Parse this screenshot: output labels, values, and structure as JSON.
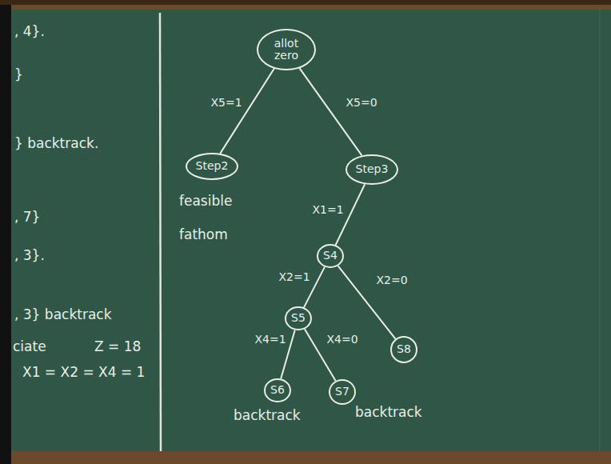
{
  "diagram": {
    "nodes": [
      {
        "text": [
          "allot zero"
        ]
      },
      {
        "text": [
          "Step2"
        ]
      },
      {
        "text": [
          "Step3"
        ]
      },
      {
        "text": [
          "S4"
        ]
      },
      {
        "text": [
          "S5"
        ]
      },
      {
        "text": [
          "S8"
        ]
      },
      {
        "text": [
          "S6"
        ]
      },
      {
        "text": [
          "S7"
        ]
      }
    ],
    "edges": [
      {
        "from": 0,
        "to": 1,
        "label": "X5=1",
        "arrow": "none"
      },
      {
        "from": 0,
        "to": 2,
        "label": "X5=0",
        "arrow": "none"
      },
      {
        "from": 2,
        "to": 3,
        "label": "X1=1",
        "arrow": "none"
      },
      {
        "from": 3,
        "to": 4,
        "label": "X2=1",
        "arrow": "none"
      },
      {
        "from": 3,
        "to": 5,
        "label": "X2=0",
        "arrow": "none"
      },
      {
        "from": 4,
        "to": 6,
        "label": "X4=1",
        "arrow": "none"
      },
      {
        "from": 4,
        "to": 7,
        "label": "X4=0",
        "arrow": "none"
      }
    ],
    "labels": [
      ", 4}.",
      "}",
      "} backtrack.",
      ", 7}",
      ", 3}.",
      ", 3} backtrack",
      "ciate",
      "Z = 18",
      "X1 = X2 = X4 = 1",
      "feasible",
      "fathom",
      "backtrack",
      "backtrack"
    ]
  }
}
